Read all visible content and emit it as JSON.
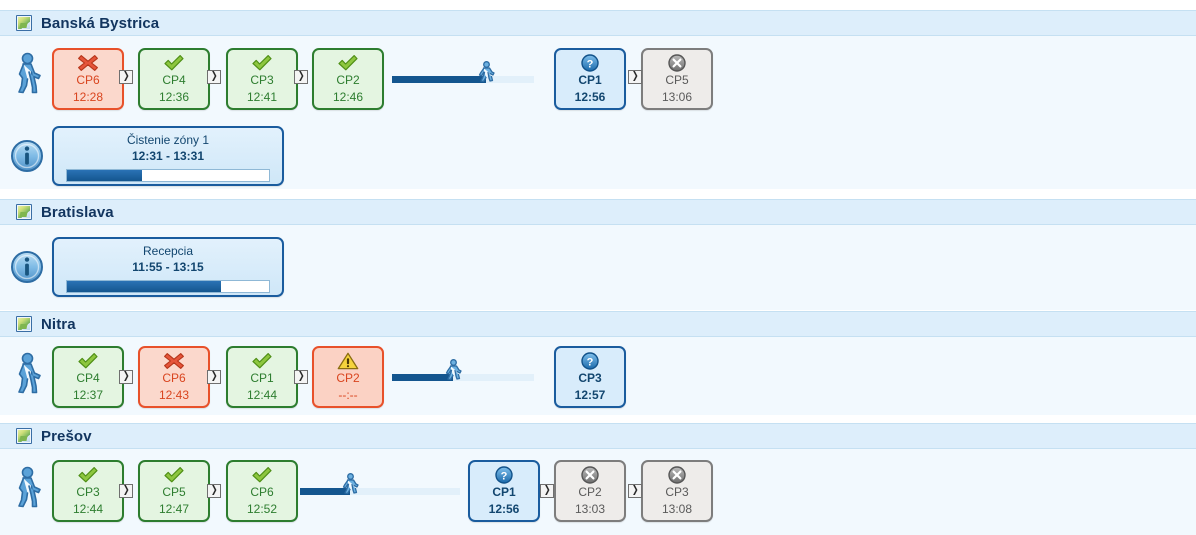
{
  "legend": {
    "icons": {
      "map": "map-thumbnail-icon",
      "actor": "pedestrian-walking-icon",
      "info": "info-circle-icon",
      "ok": "green-check-icon",
      "err": "red-cross-icon",
      "warn": "warning-triangle-icon",
      "pend": "blue-question-icon",
      "off": "gray-circle-x-icon",
      "sep": "chevron-right-icon",
      "walker": "walking-progress-marker-icon"
    },
    "colors": {
      "ok_border": "#2d7d2f",
      "ok_bg": "#e4f5e1",
      "err_border": "#e8512a",
      "err_bg": "#fbd8cc",
      "pend_border": "#1a5c9e",
      "pend_bg": "#d8ecfb",
      "off_border": "#7d7d7d",
      "off_bg": "#eeecea",
      "band_header": "#ddeefb",
      "band_row": "#f2f9fe",
      "progress_fill": "#14568f",
      "progress_track": "#e2f0fa"
    },
    "sep_glyph": "❯"
  },
  "sections": [
    {
      "title": "Banská Bystrica",
      "cards": [
        {
          "name": "CP6",
          "time": "12:28",
          "state": "err"
        },
        {
          "name": "CP4",
          "time": "12:36",
          "state": "ok"
        },
        {
          "name": "CP3",
          "time": "12:41",
          "state": "ok"
        },
        {
          "name": "CP2",
          "time": "12:46",
          "state": "ok"
        },
        {
          "name": "CP1",
          "time": "12:56",
          "state": "pend"
        },
        {
          "name": "CP5",
          "time": "13:06",
          "state": "off"
        }
      ],
      "travel": {
        "progress": 66
      },
      "task": {
        "title": "Čistenie zóny 1",
        "range": "12:31 - 13:31",
        "progress": 37
      }
    },
    {
      "title": "Bratislava",
      "cards": [],
      "task": {
        "title": "Recepcia",
        "range": "11:55 - 13:15",
        "progress": 76
      }
    },
    {
      "title": "Nitra",
      "cards": [
        {
          "name": "CP4",
          "time": "12:37",
          "state": "ok"
        },
        {
          "name": "CP6",
          "time": "12:43",
          "state": "err"
        },
        {
          "name": "CP1",
          "time": "12:44",
          "state": "ok"
        },
        {
          "name": "CP2",
          "time": "--:--",
          "state": "warn"
        },
        {
          "name": "CP3",
          "time": "12:57",
          "state": "pend"
        }
      ],
      "travel": {
        "progress": 43
      }
    },
    {
      "title": "Prešov",
      "cards": [
        {
          "name": "CP3",
          "time": "12:44",
          "state": "ok"
        },
        {
          "name": "CP5",
          "time": "12:47",
          "state": "ok"
        },
        {
          "name": "CP6",
          "time": "12:52",
          "state": "ok"
        },
        {
          "name": "CP1",
          "time": "12:56",
          "state": "pend"
        },
        {
          "name": "CP2",
          "time": "13:03",
          "state": "off"
        },
        {
          "name": "CP3",
          "time": "13:08",
          "state": "off"
        }
      ],
      "travel": {
        "progress": 31
      }
    }
  ]
}
